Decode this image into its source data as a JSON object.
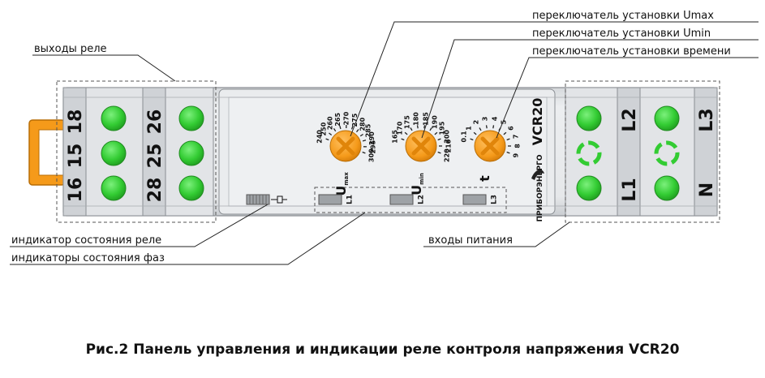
{
  "labels": {
    "relay_outputs": "выходы реле",
    "umax_switch": "переключатель установки Umax",
    "umin_switch": "переключатель установки Umin",
    "time_switch": "переключатель установки времени",
    "relay_indicator": "индикатор состояния реле",
    "phase_indicators": "индикаторы состояния фаз",
    "power_inputs": "входы питания"
  },
  "terminals_left": {
    "col1": [
      "18",
      "15",
      "16"
    ],
    "col2": [
      "26",
      "25",
      "28"
    ]
  },
  "terminals_right": {
    "col1": [
      "L2",
      "L1"
    ],
    "col2": [
      "L3",
      "N"
    ]
  },
  "dials": {
    "umax": {
      "scale": [
        "240",
        "250",
        "260",
        "265",
        "270",
        "275",
        "280",
        "285",
        "290",
        "295",
        "300"
      ],
      "label": "U",
      "sub": "max"
    },
    "umin": {
      "scale": [
        "165",
        "170",
        "175",
        "180",
        "185",
        "190",
        "195",
        "200",
        "210",
        "220"
      ],
      "label": "U",
      "sub": "min"
    },
    "time": {
      "scale": [
        "0.1",
        "1",
        "2",
        "3",
        "4",
        "5",
        "6",
        "7",
        "8",
        "9"
      ],
      "label": "t"
    }
  },
  "phase_leds": [
    "L1",
    "L2",
    "L3"
  ],
  "brand": {
    "model": "VCR20",
    "maker": "ПРИБОРЭНЕРГО"
  },
  "caption": "Рис.2 Панель управления и индикации реле контроля напряжения VCR20",
  "colors": {
    "terminal_green": "#33cc33",
    "dial_orange": "#f59a1a",
    "bracket_orange": "#f59a1a",
    "housing": "#e4e6e8"
  }
}
